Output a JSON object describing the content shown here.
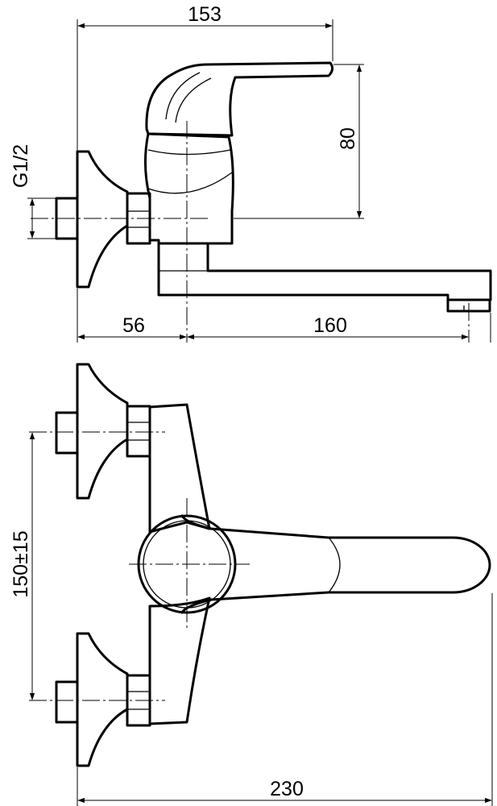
{
  "dimensions": {
    "top_width": "153",
    "lever_height": "80",
    "thread": "G1/2",
    "wall_offset": "56",
    "spout_reach": "160",
    "inlet_spacing": "150±15",
    "total_width": "230"
  },
  "colors": {
    "line": "#000000",
    "background": "#ffffff"
  }
}
